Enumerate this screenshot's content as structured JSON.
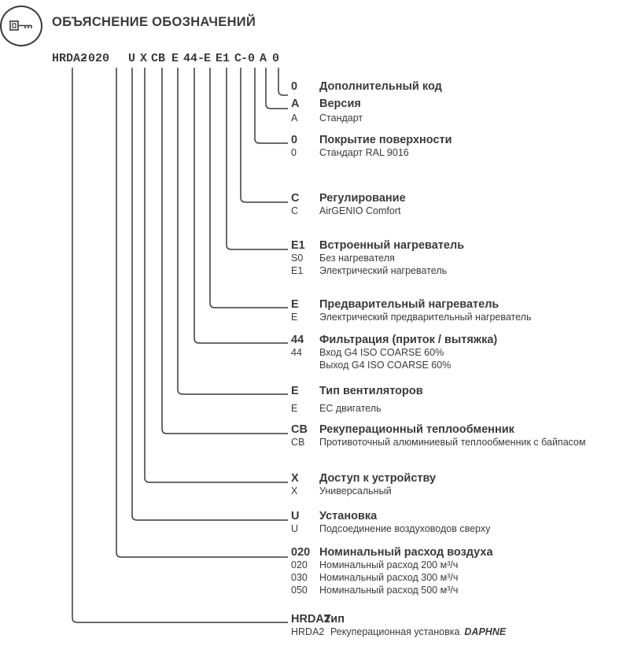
{
  "header": {
    "title": "ОБЪЯСНЕНИЕ ОБОЗНАЧЕНИЙ",
    "icon": "key-icon"
  },
  "model_code": {
    "segments": [
      "HRDA2",
      "020",
      "U",
      "X",
      "CB",
      "E",
      "44",
      "E",
      "E1",
      "C",
      "0",
      "A",
      "0"
    ],
    "separators": [
      "-",
      "-",
      "-"
    ]
  },
  "rows": [
    {
      "code": "0",
      "title": "Дополнительный код",
      "options": []
    },
    {
      "code": "A",
      "title": "Версия",
      "options": [
        {
          "code": "A",
          "desc": "Стандарт"
        }
      ]
    },
    {
      "code": "0",
      "title": "Покрытие поверхности",
      "options": [
        {
          "code": "0",
          "desc": "Стандарт RAL 9016"
        }
      ]
    },
    {
      "code": "C",
      "title": "Регулирование",
      "options": [
        {
          "code": "C",
          "desc": "AirGENIO Comfort"
        }
      ]
    },
    {
      "code": "E1",
      "title": "Встроенный нагреватель",
      "options": [
        {
          "code": "S0",
          "desc": "Без нагревателя"
        },
        {
          "code": "E1",
          "desc": "Электрический нагреватель"
        }
      ]
    },
    {
      "code": "E",
      "title": "Предварительный нагреватель",
      "options": [
        {
          "code": "E",
          "desc": "Электрический предварительный нагреватель"
        }
      ]
    },
    {
      "code": "44",
      "title": "Фильтрация (приток / вытяжка)",
      "options": [
        {
          "code": "44",
          "desc": "Вход G4 ISO COARSE 60%"
        },
        {
          "code": "",
          "desc": "Выход G4 ISO COARSE 60%"
        }
      ]
    },
    {
      "code": "E",
      "title": "Тип вентиляторов",
      "options": [
        {
          "code": "E",
          "desc": "EC двигатель"
        }
      ]
    },
    {
      "code": "CB",
      "title": "Рекуперационный теплообменник",
      "options": [
        {
          "code": "CB",
          "desc": "Противоточный алюминиевый теплообменник с байпасом"
        }
      ]
    },
    {
      "code": "X",
      "title": "Доступ к устройству",
      "options": [
        {
          "code": "X",
          "desc": "Универсальный"
        }
      ]
    },
    {
      "code": "U",
      "title": "Установка",
      "options": [
        {
          "code": "U",
          "desc": "Подсоединение воздуховодов сверху"
        }
      ]
    },
    {
      "code": "020",
      "title": "Номинальный расход воздуха",
      "options": [
        {
          "code": "020",
          "desc": "Номинальный расход 200  м³/ч"
        },
        {
          "code": "030",
          "desc": "Номинальный расход 300  м³/ч"
        },
        {
          "code": "050",
          "desc": "Номинальный расход 500 м³/ч"
        }
      ]
    },
    {
      "code": "HRDA2",
      "title": "Тип",
      "options": [
        {
          "code": "HRDA2",
          "desc": "Рекуперационная установка",
          "brand": "DAPHNE"
        }
      ]
    }
  ]
}
